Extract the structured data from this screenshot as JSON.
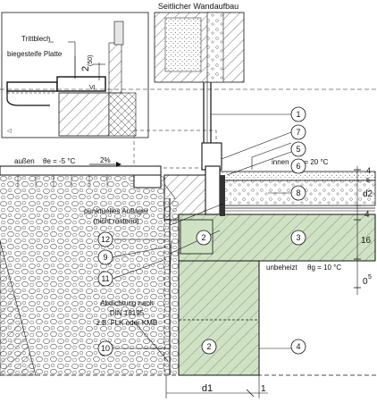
{
  "inset_top": {
    "title": "Seitlicher Wandaufbau"
  },
  "inset_detail": {
    "label_plate": "Trittblech",
    "label_board": "biegesteife Platte",
    "dim_value": "2",
    "dim_sup": "(50)",
    "dim_marker": "VI"
  },
  "climate": {
    "outside_label": "außen",
    "outside_temp": "θe = -5 °C",
    "inside_label": "innen",
    "inside_temp": "θi = 20 °C",
    "unheated_label": "unbeheizt",
    "unheated_temp": "θg = 10 °C",
    "slope": "2%"
  },
  "annotations": {
    "support_line1": "punktuelles Auflager",
    "support_line2": "(nicht rostend)",
    "seal_line1": "Abdichtung nach",
    "seal_line2": "DIN 18195",
    "seal_line3": "z.B. FLK oder KMB"
  },
  "callouts": [
    {
      "id": "c1",
      "n": "1"
    },
    {
      "id": "c7",
      "n": "7"
    },
    {
      "id": "c5",
      "n": "5"
    },
    {
      "id": "c6",
      "n": "6"
    },
    {
      "id": "c8",
      "n": "8"
    },
    {
      "id": "c3",
      "n": "3"
    },
    {
      "id": "c12",
      "n": "12"
    },
    {
      "id": "c9",
      "n": "9"
    },
    {
      "id": "c11",
      "n": "11"
    },
    {
      "id": "c2a",
      "n": "2"
    },
    {
      "id": "c10",
      "n": "10"
    },
    {
      "id": "c2b",
      "n": "2"
    },
    {
      "id": "c4",
      "n": "4"
    }
  ],
  "dimensions_right": [
    "4",
    "5",
    "d2",
    "4",
    "16",
    "0",
    "5"
  ],
  "dimensions_bottom": {
    "d1": "d1",
    "one": "1"
  }
}
